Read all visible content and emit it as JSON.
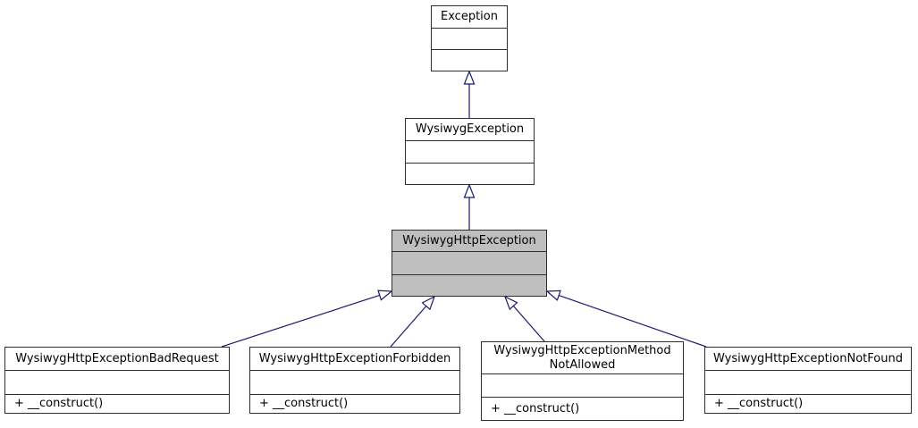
{
  "diagram": {
    "kind": "uml-inheritance-graph",
    "colors": {
      "background": "#ffffff",
      "node_border": "#2e2e2e",
      "node_fill": "#ffffff",
      "highlight_fill": "#bfbfbf",
      "arrow": "#191970",
      "text": "#000000"
    }
  },
  "classes": [
    {
      "id": "exception",
      "name": "Exception",
      "name_lines": [
        "Exception"
      ],
      "methods": [],
      "highlighted": false
    },
    {
      "id": "wysiwyg-exception",
      "name": "WysiwygException",
      "name_lines": [
        "WysiwygException"
      ],
      "methods": [],
      "highlighted": false
    },
    {
      "id": "wysiwyg-http-exception",
      "name": "WysiwygHttpException",
      "name_lines": [
        "WysiwygHttpException"
      ],
      "methods": [],
      "highlighted": true
    },
    {
      "id": "bad-request",
      "name": "WysiwygHttpExceptionBadRequest",
      "name_lines": [
        "WysiwygHttpExceptionBadRequest"
      ],
      "methods": [
        "+ __construct()"
      ],
      "highlighted": false
    },
    {
      "id": "forbidden",
      "name": "WysiwygHttpExceptionForbidden",
      "name_lines": [
        "WysiwygHttpExceptionForbidden"
      ],
      "methods": [
        "+ __construct()"
      ],
      "highlighted": false
    },
    {
      "id": "method-not-allowed",
      "name": "WysiwygHttpExceptionMethodNotAllowed",
      "name_lines": [
        "WysiwygHttpExceptionMethod",
        "NotAllowed"
      ],
      "methods": [
        "+ __construct()"
      ],
      "highlighted": false
    },
    {
      "id": "not-found",
      "name": "WysiwygHttpExceptionNotFound",
      "name_lines": [
        "WysiwygHttpExceptionNotFound"
      ],
      "methods": [
        "+ __construct()"
      ],
      "highlighted": false
    }
  ],
  "relations": [
    {
      "child": "WysiwygException",
      "parent": "Exception",
      "type": "inheritance"
    },
    {
      "child": "WysiwygHttpException",
      "parent": "WysiwygException",
      "type": "inheritance"
    },
    {
      "child": "WysiwygHttpExceptionBadRequest",
      "parent": "WysiwygHttpException",
      "type": "inheritance"
    },
    {
      "child": "WysiwygHttpExceptionForbidden",
      "parent": "WysiwygHttpException",
      "type": "inheritance"
    },
    {
      "child": "WysiwygHttpExceptionMethodNotAllowed",
      "parent": "WysiwygHttpException",
      "type": "inheritance"
    },
    {
      "child": "WysiwygHttpExceptionNotFound",
      "parent": "WysiwygHttpException",
      "type": "inheritance"
    }
  ]
}
